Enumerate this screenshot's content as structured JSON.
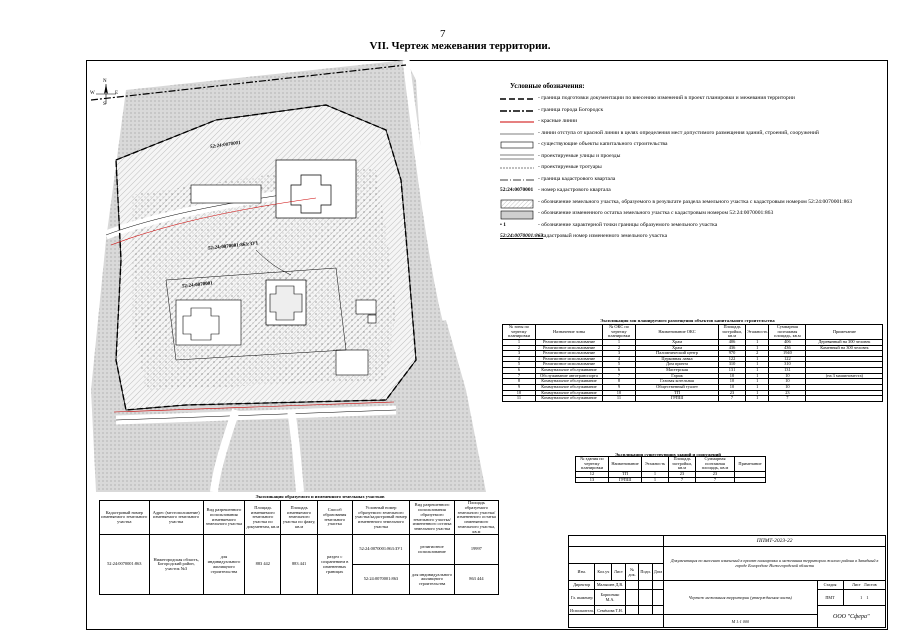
{
  "page_number": "7",
  "title": "VII.     Чертеж межевания территории.",
  "compass": {
    "n": "N",
    "s": "S",
    "e": "E",
    "w": "W"
  },
  "map_labels": {
    "quarter_top": "52:24:0070001",
    "quarter_left": "52:24:0070001",
    "parcel_label": "52:24:0070001:863:ЗУ1"
  },
  "legend": {
    "heading": "Условные обозначения:",
    "items": [
      {
        "symbol": "dash-thick",
        "text": "- граница подготовки документации по внесению изменений в проект планировки и межевания территории"
      },
      {
        "symbol": "dash-dot-thick",
        "text": "- граница города Богородск"
      },
      {
        "symbol": "red-line",
        "text": "- красные линии"
      },
      {
        "symbol": "thin-line",
        "text": "- линии отступа от красной линии в целях определения мест допустимого размещения зданий, строений, сооружений"
      },
      {
        "symbol": "rect",
        "text": "- существующие объекты капитального строительства"
      },
      {
        "symbol": "road",
        "text": "- проектируемые улицы и проезды"
      },
      {
        "symbol": "sidewalk",
        "text": "- проектируемые тротуары"
      },
      {
        "symbol": "quarter-border",
        "text": "- граница кадастрового квартала"
      },
      {
        "symbol": "text-quarter",
        "symbol_text": "52:24:0070001",
        "text": "- номер кадастрового квартала"
      },
      {
        "symbol": "hatched-parcel",
        "text": "- обозначение земельного участка, образуемого в результате раздела земельного участка с кадастровым номером 52:24:0070001:863"
      },
      {
        "symbol": "gray-parcel",
        "text": "- обозначение измененного остатка земельного участка с кадастровым номером 52:24:0070001:863"
      },
      {
        "symbol": "point",
        "symbol_text": "• 1",
        "text": "- обозначение характерной точки границы образуемого земельного участка"
      },
      {
        "symbol": "text-cadnum",
        "symbol_text": "52:24:0070001:863",
        "text": "- кадастровый номер измененного земельного участка"
      }
    ]
  },
  "table_planned": {
    "caption": "Экспликация зон планируемого размещения объектов капитального строительства",
    "headers": [
      "№ зоны по чертежу планировки",
      "Назначение зоны",
      "№ ОКС по чертежу планировки",
      "Наименование ОКС",
      "Площадь застройки, кв.м",
      "Этажность",
      "Суммарная поэтажная площадь, кв.м",
      "Примечание"
    ],
    "rows": [
      [
        "1",
        "Религиозное использование",
        "1",
        "Храм",
        "406",
        "1",
        "406",
        "Деревянный на 300 человек"
      ],
      [
        "2",
        "Религиозное использование",
        "2",
        "Храм",
        "436",
        "1",
        "436",
        "Каменный на 300 человек"
      ],
      [
        "3",
        "Религиозное использование",
        "3",
        "Паломнический центр",
        "970",
        "2",
        "1940",
        ""
      ],
      [
        "4",
        "Религиозное использование",
        "4",
        "Церковная лавка",
        "122",
        "1",
        "122",
        ""
      ],
      [
        "5",
        "Религиозное использование",
        "5",
        "Дом причта",
        "310",
        "1",
        "310",
        ""
      ],
      [
        "6",
        "Коммунальное обслуживание",
        "6",
        "Мастерская",
        "131",
        "1",
        "131",
        ""
      ],
      [
        "7",
        "Обслуживание автотранспорта",
        "7",
        "Гараж",
        "10",
        "1",
        "10",
        "(на 3 машиноместа)"
      ],
      [
        "8",
        "Коммунальное обслуживание",
        "8",
        "Газовая котельная",
        "10",
        "1",
        "10",
        ""
      ],
      [
        "9",
        "Коммунальное обслуживание",
        "9",
        "Общественный туалет",
        "10",
        "1",
        "10",
        ""
      ],
      [
        "10",
        "Коммунальное обслуживание",
        "10",
        "ТП",
        "23",
        "1",
        "23",
        ""
      ],
      [
        "11",
        "Коммунальное обслуживание",
        "11",
        "ГРПШ",
        "7",
        "1",
        "7",
        ""
      ]
    ]
  },
  "table_existing": {
    "caption": "Экспликация существующих зданий и сооружений",
    "headers": [
      "№ здания по чертежу планировки",
      "Наименование",
      "Этажность",
      "Площадь застройки, кв.м",
      "Суммарная поэтажная площадь, кв.м",
      "Примечание"
    ],
    "rows": [
      [
        "12",
        "ТП",
        "1",
        "23",
        "23",
        ""
      ],
      [
        "13",
        "ГРПШ",
        "1",
        "7",
        "7",
        ""
      ]
    ]
  },
  "table_parcels": {
    "caption": "Экспликация образуемого и измененного земельных участков",
    "headers": [
      "Кадастровый номер изменяемого земельного участка",
      "Адрес (местоположение) изменяемого земельного участка",
      "Вид разрешенного использования изменяемого земельного участка",
      "Площадь изменяемого земельного участка по документам, кв.м",
      "Площадь изменяемого земельного участка по факту, кв.м",
      "Способ образования земельного участка",
      "Условный номер образуемого земельного участка/кадастровый номер измененного земельного участка",
      "Вид разрешенного использования образуемого земельного участка/ измененного остатка земельного участка",
      "Площадь образуемого земельного участка/измененного остатка изменяемого земельного участка, кв.м"
    ],
    "cadnum": "52:24:0070001:863",
    "address": "Нижегородская область, Богородский район, участок №3",
    "use": "для индивидуального жилищного строительства",
    "area_doc": "883 442",
    "area_fact": "883 441",
    "method": "раздел с сохранением в измененных границах",
    "sub": [
      {
        "num": "52:24:0070001:863:ЗУ1",
        "use": "религиозное использование",
        "area": "19997"
      },
      {
        "num": "52:24:0070001:863",
        "use": "для индивидуального жилищного строительства",
        "area": "863 444"
      }
    ]
  },
  "stamp": {
    "code": "ППМТ-2023-22",
    "description": "Документация по внесению изменений в проект планировки и межевания территории жилого района в Западный в городе Богородске Нижегородской области",
    "col_headers": [
      "Изм.",
      "Кол.уч",
      "Лист",
      "№ док.",
      "Подп.",
      "Дата"
    ],
    "roles": [
      {
        "role": "Директор",
        "name": "Малышев Д.В."
      },
      {
        "role": "Гл. инженер",
        "name": "Борисенко М.А."
      },
      {
        "role": "Исполнитель",
        "name": "Семёнова Т.Н."
      }
    ],
    "sheet_title": "Чертеж межевания территории (утверждаемая часть)",
    "stage_label": "Стадия",
    "sheet_label": "Лист",
    "sheets_label": "Листов",
    "stage": "ПМТ",
    "sheet": "1",
    "sheets": "1",
    "scale": "М 1:1 000",
    "company": "ООО \"Сфера\""
  }
}
